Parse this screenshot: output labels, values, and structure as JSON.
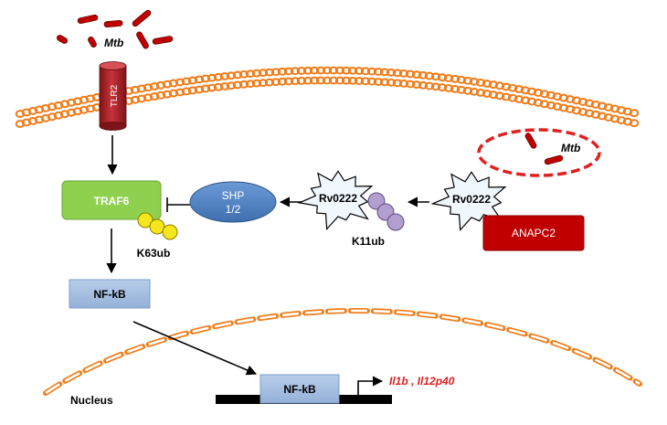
{
  "labels": {
    "mtb_outside": "Mtb",
    "mtb_vacuole": "Mtb",
    "tlr2": "TLR2",
    "traf6": "TRAF6",
    "k63ub": "K63ub",
    "shp": [
      "SHP",
      "1/2"
    ],
    "rv0222_left": "Rv0222",
    "rv0222_right": "Rv0222",
    "k11ub": "K11ub",
    "anapc2": "ANAPC2",
    "nfkb_cyto": "NF-kB",
    "nfkb_nuc": "NF-kB",
    "genes": "Il1b , Il12p40",
    "nucleus": "Nucleus"
  },
  "colors": {
    "membrane": "#f07c1a",
    "tlr2": "#b8242a",
    "traf6": "#8fd14f",
    "ubiquitin_k63": "#f5e71b",
    "ubiquitin_k11": "#b39ed0",
    "shp": "#4f81bd",
    "nfkb": "#a3bde0",
    "anapc2": "#c00000",
    "bacteria": "#c00000",
    "gene_text": "#e02020"
  }
}
